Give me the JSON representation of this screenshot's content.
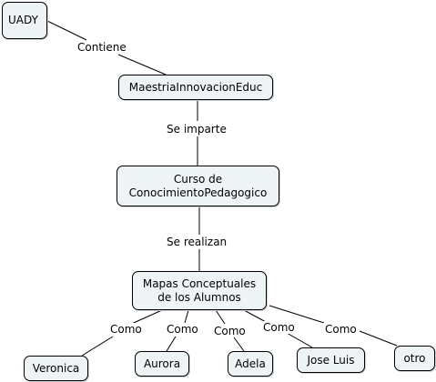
{
  "nodes": {
    "uady": "UADY",
    "maestria": "MaestriaInnovacionEduc",
    "curso": "Curso de\nConocimientoPedagogico",
    "mapas": "Mapas Conceptuales\nde los Alumnos",
    "veronica": "Veronica",
    "aurora": "Aurora",
    "adela": "Adela",
    "jose": "Jose Luis",
    "otro": "otro"
  },
  "links": {
    "contiene": "Contiene",
    "se_imparte": "Se imparte",
    "se_realizan": "Se realizan",
    "como_veronica": "Como",
    "como_aurora": "Como",
    "como_adela": "Como",
    "como_jose": "Como",
    "como_otro": "Como"
  },
  "colors": {
    "node_fill": "#eef3f6",
    "node_border": "#000000",
    "edge": "#000000"
  }
}
